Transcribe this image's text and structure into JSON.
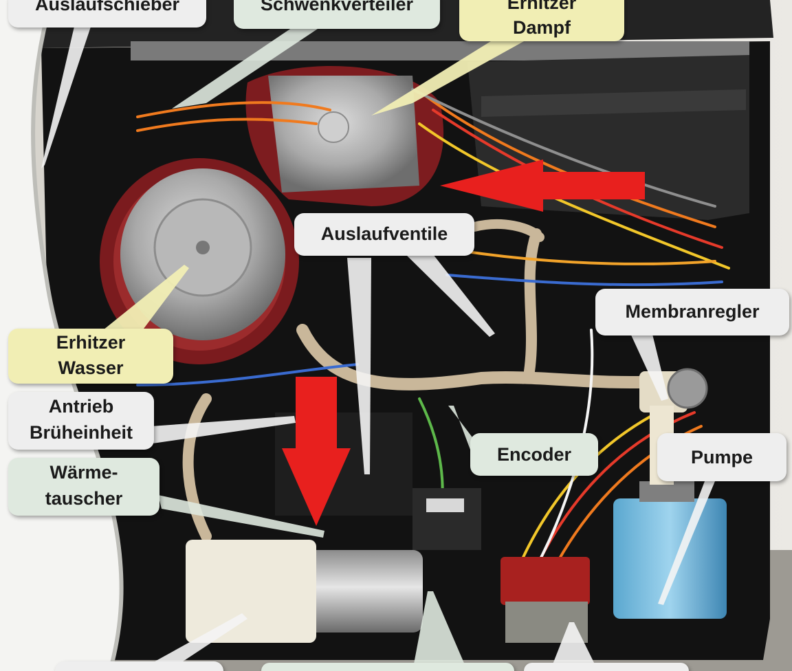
{
  "diagram": {
    "labels": [
      {
        "id": "auslaufschieber",
        "lines": [
          "Auslaufschieber"
        ],
        "color": "grey"
      },
      {
        "id": "schwenkverteiler",
        "lines": [
          "Schwenkverteiler"
        ],
        "color": "green"
      },
      {
        "id": "erhitzer-dampf",
        "lines": [
          "Erhitzer",
          "Dampf"
        ],
        "color": "yellow"
      },
      {
        "id": "auslaufventile",
        "lines": [
          "Auslaufventile"
        ],
        "color": "grey"
      },
      {
        "id": "membranregler",
        "lines": [
          "Membranregler"
        ],
        "color": "grey"
      },
      {
        "id": "erhitzer-wasser",
        "lines": [
          "Erhitzer",
          "Wasser"
        ],
        "color": "yellow"
      },
      {
        "id": "antrieb-bruheinheit",
        "lines": [
          "Antrieb",
          "Brüheinheit"
        ],
        "color": "grey"
      },
      {
        "id": "encoder",
        "lines": [
          "Encoder"
        ],
        "color": "green"
      },
      {
        "id": "pumpe",
        "lines": [
          "Pumpe"
        ],
        "color": "grey"
      },
      {
        "id": "warmetauscher",
        "lines": [
          "Wärme-",
          "tauscher"
        ],
        "color": "green"
      },
      {
        "id": "bottom-left",
        "lines": [
          ""
        ],
        "color": "grey"
      },
      {
        "id": "bottom-middle",
        "lines": [
          ""
        ],
        "color": "green"
      },
      {
        "id": "bottom-right",
        "lines": [
          ""
        ],
        "color": "grey"
      }
    ],
    "colors": {
      "label_grey": "#eeeeee",
      "label_yellow": "#f1eeb4",
      "label_green": "#dfe9df",
      "arrow_red": "#e8201e",
      "housing_white": "#f4f4f2",
      "chassis_black": "#141414"
    }
  }
}
